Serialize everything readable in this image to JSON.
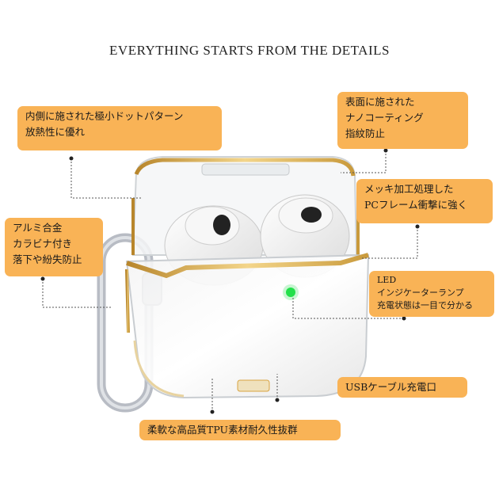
{
  "title": "EVERYTHING STARTS FROM THE DETAILS",
  "callouts": {
    "dot_pattern": [
      "内側に施された極小ドットパターン",
      "放熱性に優れ"
    ],
    "nano_coating": [
      "表面に施された",
      "ナノコーティング",
      "指紋防止"
    ],
    "plated_frame": [
      "メッキ加工処理した",
      "PCフレーム衝撃に強く"
    ],
    "carabiner": [
      "アルミ合金",
      "カラビナ付き",
      "落下や紛失防止"
    ],
    "led": [
      "LED",
      "インジケーターランプ",
      "充電状態は一目で分かる"
    ],
    "usb": [
      "USBケーブル充電口"
    ],
    "tpu": [
      "柔軟な高品質TPU素材耐久性抜群"
    ]
  },
  "colors": {
    "callout_bg": "#f9b356",
    "gold_trim": "#d9a441",
    "led_green": "#22e04a",
    "carabiner": "#b8bcc4"
  }
}
